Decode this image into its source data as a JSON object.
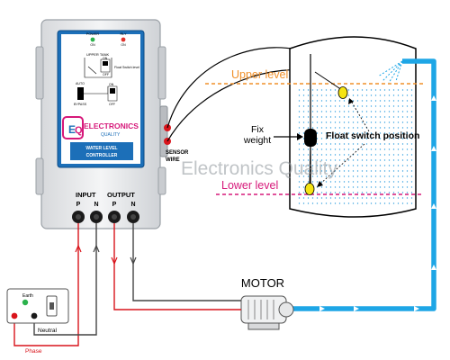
{
  "controller": {
    "leds": {
      "power": "POWER",
      "power_state": "ON",
      "rly": "RLY",
      "rly_state": "ON"
    },
    "panel": {
      "upper_tank": "UPPER TANK",
      "float_switch_level": "Float Switch level",
      "switch_on": "ON",
      "switch_off": "OFF",
      "auto": "AUTO",
      "bypass": "BYPASS",
      "mode_on": "ON",
      "mode_off": "OFF"
    },
    "brand_line1": "ELECTRONICS",
    "brand_line2": "QUALITY",
    "product_line1": "WATER LEVEL",
    "product_line2": "CONTROLLER",
    "input_label": "INPUT",
    "output_label": "OUTPUT",
    "terminals": [
      "P",
      "N",
      "P",
      "N"
    ],
    "sensor_label_line1": "SENSOR",
    "sensor_label_line2": "WIRE"
  },
  "tank": {
    "upper_level": "Upper level",
    "lower_level": "Lower level",
    "fix_weight_line1": "Fix",
    "fix_weight_line2": "weight",
    "float_switch_position": "Float switch position"
  },
  "motor_label": "MOTOR",
  "watermark": "Electronics Quality",
  "supply": {
    "earth": "Earth",
    "neutral": "Neutral",
    "phase": "Phase"
  },
  "colors": {
    "upper_level": "#f0902a",
    "lower_level": "#d6187a",
    "pipe": "#1ea6e6",
    "phase_wire": "#d9141b",
    "panel_blue": "#1c6fb8",
    "float": "#f5e414"
  }
}
